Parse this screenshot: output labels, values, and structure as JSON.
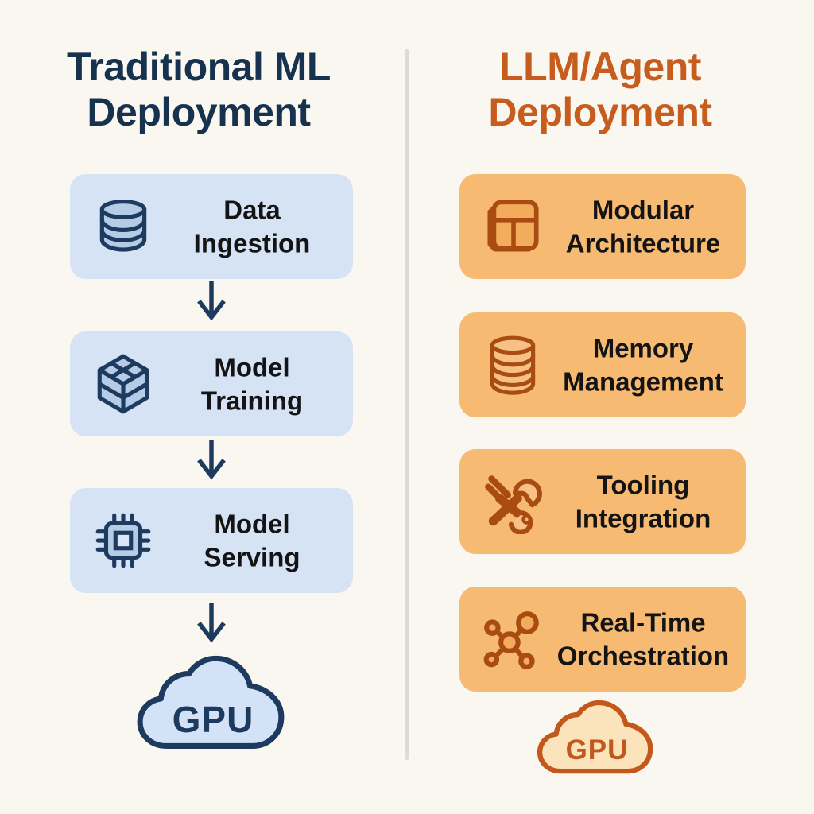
{
  "page": {
    "background_color": "#faf7f0",
    "divider_color": "#dcdcd6"
  },
  "left_column": {
    "title_line1": "Traditional ML",
    "title_line2": "Deployment",
    "title_color": "#16324f",
    "card_color": "#d5e3f5",
    "accent_color": "#1d3a5f",
    "cards": [
      {
        "icon": "database-icon",
        "label_line1": "Data",
        "label_line2": "Ingestion"
      },
      {
        "icon": "cube-icon",
        "label_line1": "Model",
        "label_line2": "Training"
      },
      {
        "icon": "chip-icon",
        "label_line1": "Model",
        "label_line2": "Serving"
      }
    ],
    "cloud_label": "GPU"
  },
  "right_column": {
    "title_line1": "LLM/Agent",
    "title_line2": "Deployment",
    "title_color": "#c65d1e",
    "card_color": "#f7ba72",
    "accent_color": "#a84c12",
    "cards": [
      {
        "icon": "modules-icon",
        "label_line1": "Modular",
        "label_line2": "Architecture"
      },
      {
        "icon": "memory-database-icon",
        "label_line1": "Memory",
        "label_line2": "Management"
      },
      {
        "icon": "tools-icon",
        "label_line1": "Tooling",
        "label_line2": "Integration"
      },
      {
        "icon": "network-icon",
        "label_line1": "Real-Time",
        "label_line2": "Orchestration"
      }
    ],
    "cloud_label": "GPU"
  }
}
